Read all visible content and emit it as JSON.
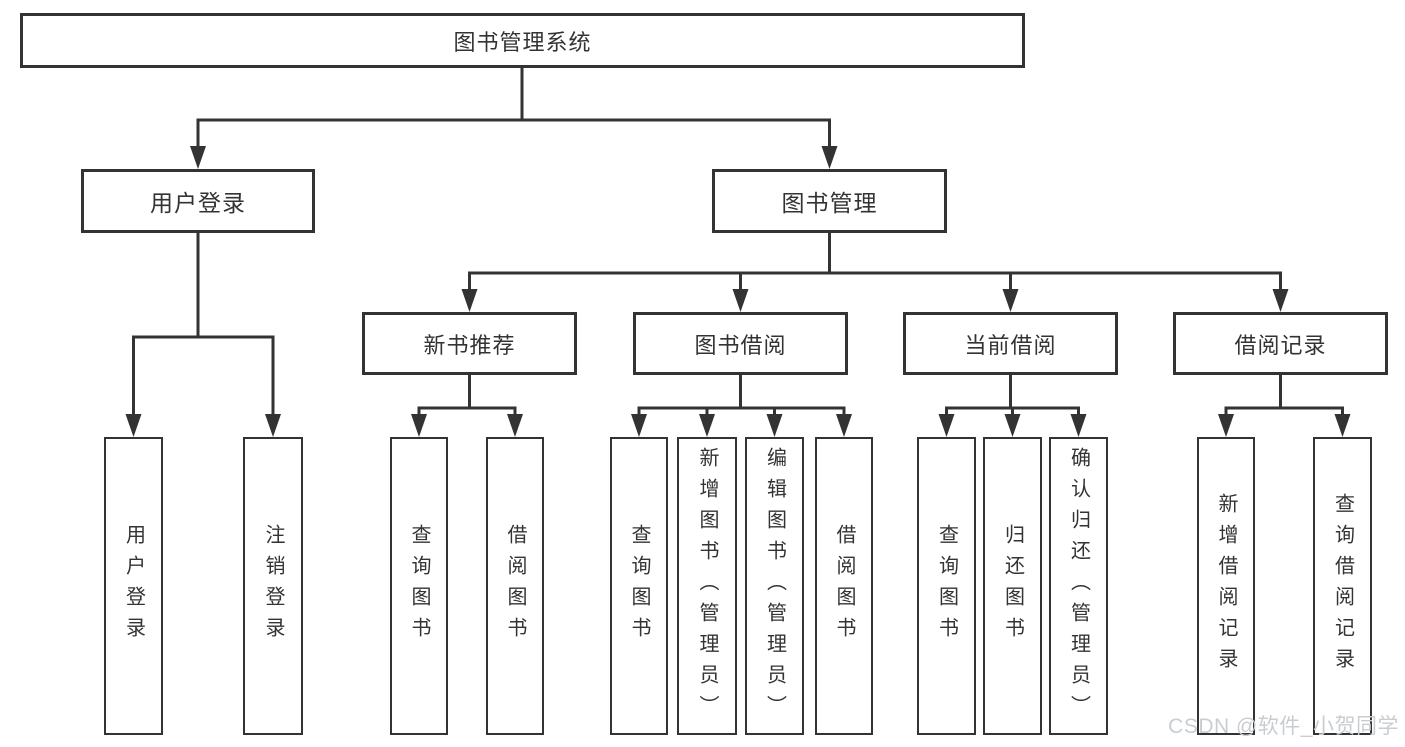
{
  "colors": {
    "line": "#333333",
    "box_border": "#333333",
    "text": "#333333",
    "background": "#ffffff",
    "watermark_text": "#c9cdd1"
  },
  "tree": {
    "root": {
      "label": "图书管理系统"
    },
    "branches": [
      {
        "label": "用户登录",
        "children": [
          {
            "label": "用户登录"
          },
          {
            "label": "注销登录"
          }
        ]
      },
      {
        "label": "图书管理",
        "children": [
          {
            "label": "新书推荐",
            "children": [
              {
                "label": "查询图书"
              },
              {
                "label": "借阅图书"
              }
            ]
          },
          {
            "label": "图书借阅",
            "children": [
              {
                "label": "查询图书"
              },
              {
                "label": "新增图书（管理员）"
              },
              {
                "label": "编辑图书（管理员）"
              },
              {
                "label": "借阅图书"
              }
            ]
          },
          {
            "label": "当前借阅",
            "children": [
              {
                "label": "查询图书"
              },
              {
                "label": "归还图书"
              },
              {
                "label": "确认归还（管理员）"
              }
            ]
          },
          {
            "label": "借阅记录",
            "children": [
              {
                "label": "新增借阅记录"
              },
              {
                "label": "查询借阅记录"
              }
            ]
          }
        ]
      }
    ]
  },
  "watermark": {
    "text": "CSDN @软件_小贺同学"
  }
}
